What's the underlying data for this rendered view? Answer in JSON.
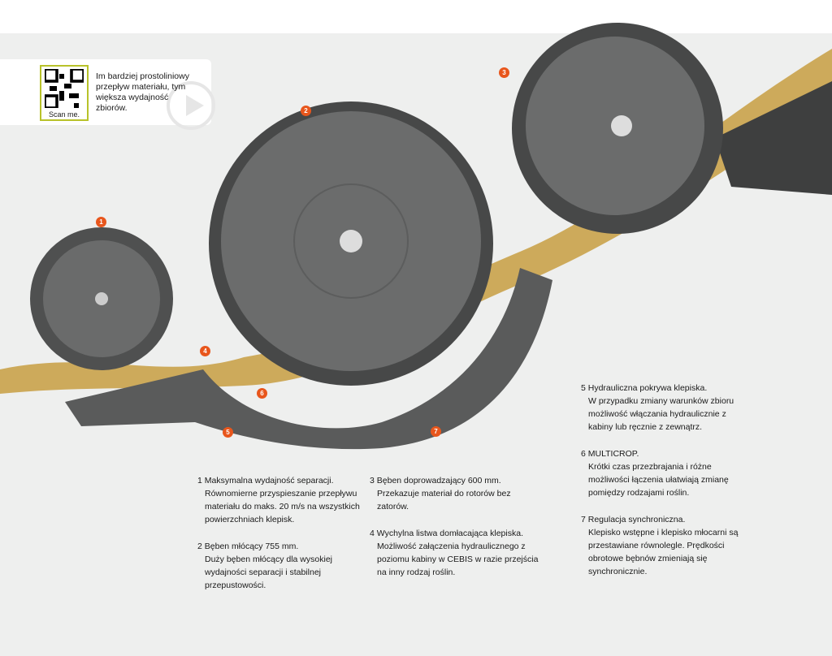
{
  "qr": {
    "caption": "Scan me.",
    "text": "Im bardziej prostoliniowy przepływ materiału, tym większa wydajność zbiorów."
  },
  "markers": [
    "1",
    "2",
    "3",
    "4",
    "5",
    "6",
    "7"
  ],
  "colors": {
    "accent": "#e8561c",
    "drum": "#5e5f5f",
    "straw": "#c9a24a",
    "qr_border": "#b8c22a"
  },
  "items": [
    {
      "title": "1 Maksymalna wydajność separacji.",
      "desc": "Równomierne przyspieszanie przepływu materiału do maks. 20 m/s na wszystkich powierzchniach klepisk."
    },
    {
      "title": "2 Bęben młócący 755 mm.",
      "desc": "Duży bęben młócący dla wysokiej wydajności separacji i stabilnej przepustowości."
    },
    {
      "title": "3 Bęben doprowadzający 600 mm.",
      "desc": "Przekazuje materiał do rotorów bez zatorów."
    },
    {
      "title": "4 Wychylna listwa domłacająca klepiska.",
      "desc": "Możliwość załączenia hydraulicznego z poziomu kabiny w CEBIS w razie przejścia na inny rodzaj roślin."
    },
    {
      "title": "5 Hydrauliczna pokrywa klepiska.",
      "desc": "W przypadku zmiany warunków zbioru możliwość włączania hydraulicznie z kabiny lub ręcznie z zewnątrz."
    },
    {
      "title": "6 MULTICROP.",
      "desc": "Krótki czas przezbrajania i różne możliwości łączenia ułatwiają zmianę pomiędzy rodzajami roślin."
    },
    {
      "title": "7 Regulacja synchroniczna.",
      "desc": "Klepisko wstępne i klepisko młocarni są przestawiane równolegle. Prędkości obrotowe bębnów zmieniają się synchronicznie."
    }
  ]
}
